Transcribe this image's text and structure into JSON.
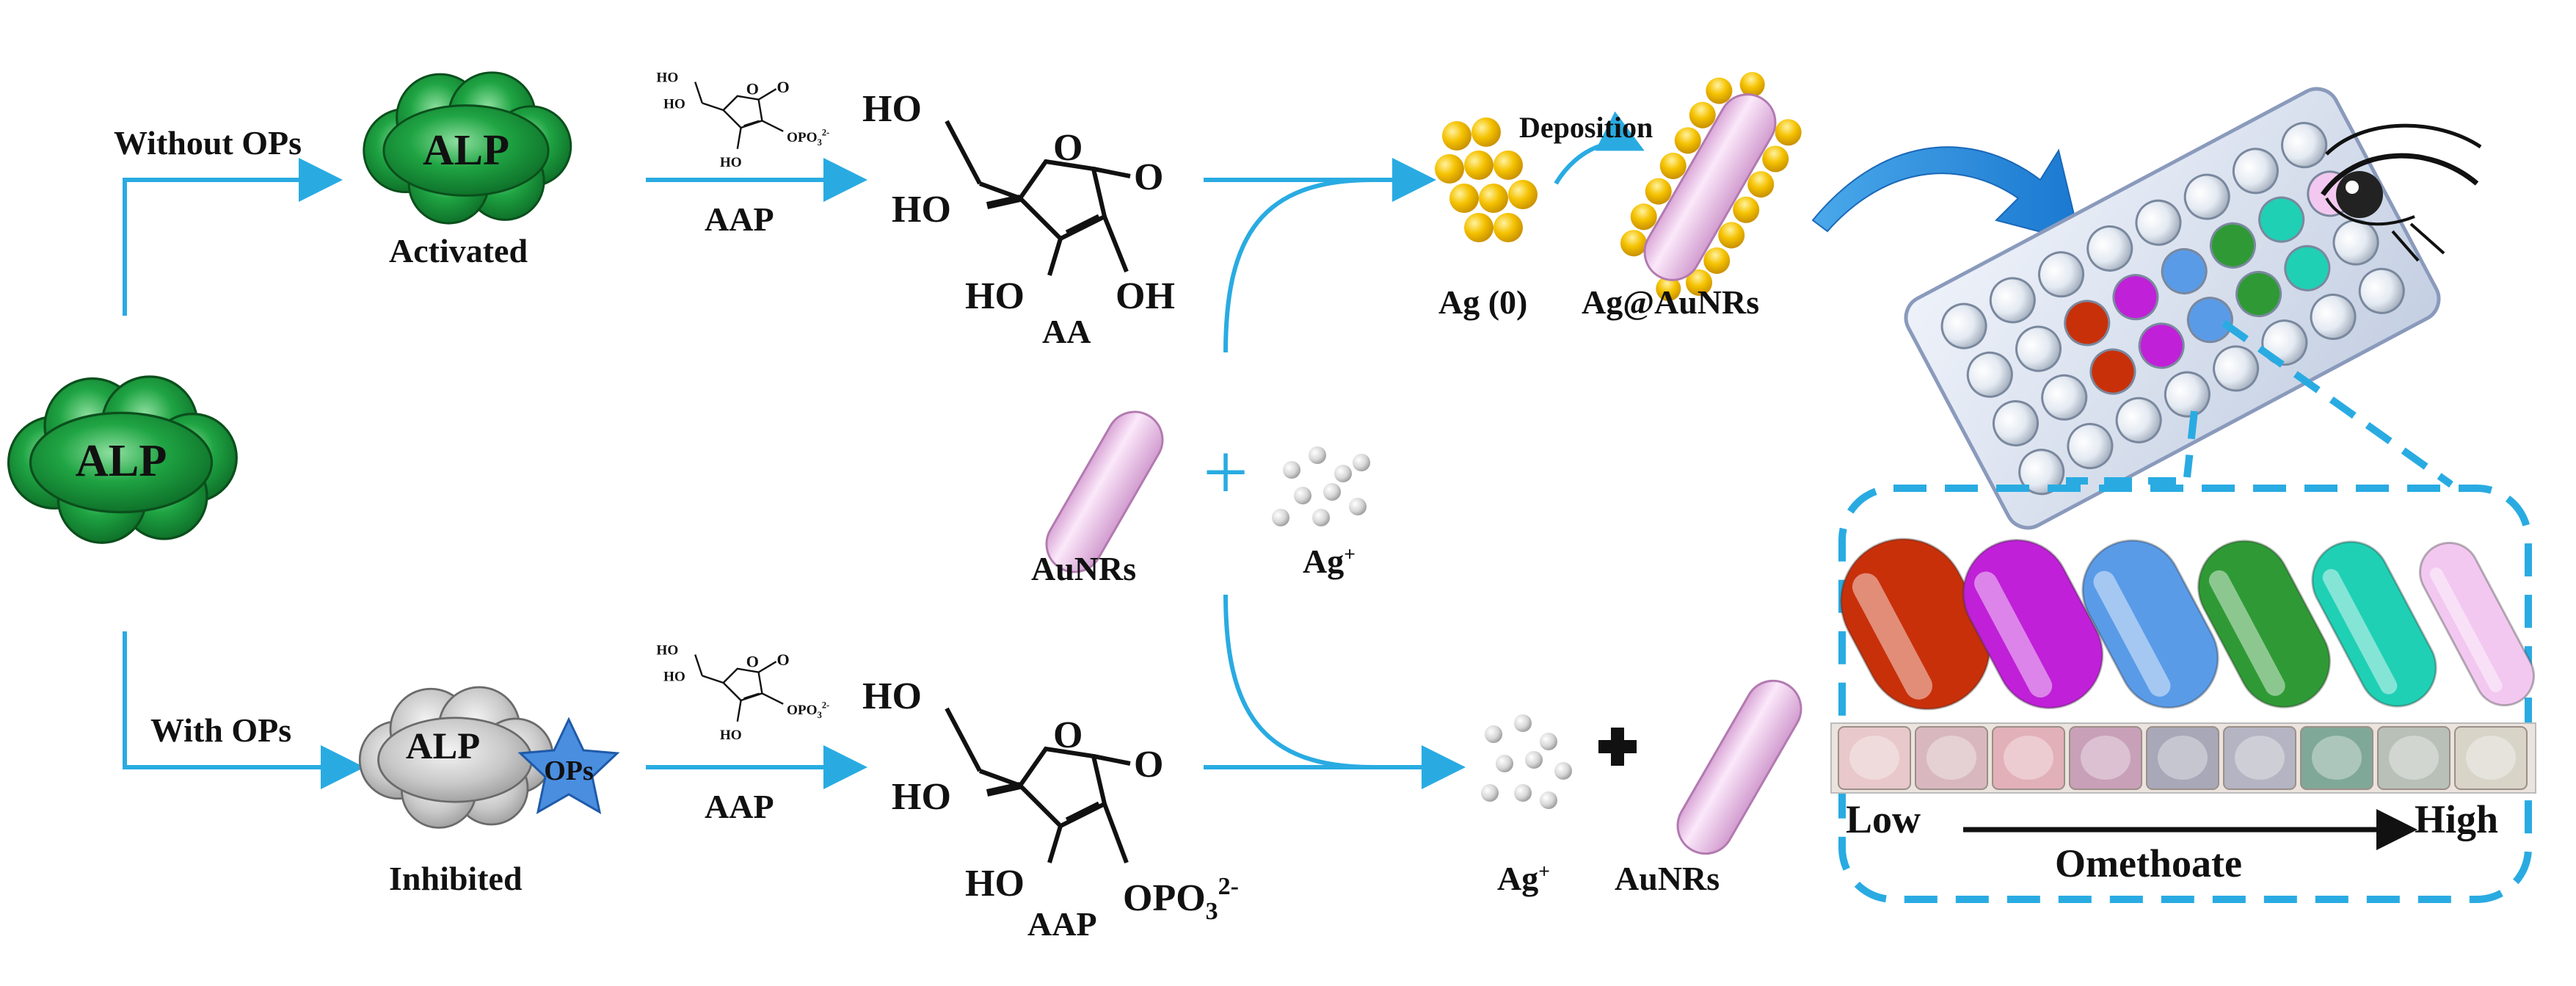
{
  "top_branch": {
    "condition": "Without OPs",
    "enzyme": "ALP",
    "state": "Activated",
    "substrate_label": "AAP",
    "product_label": "AA",
    "silver_label": "Ag (0)",
    "deposition_label": "Deposition",
    "composite_label": "Ag@AuNRs"
  },
  "start_enzyme": "ALP",
  "middle": {
    "nanorod_label": "AuNRs",
    "plus": "+",
    "ion_label": "Ag",
    "ion_charge": "+"
  },
  "bottom_branch": {
    "condition": "With OPs",
    "enzyme": "ALP",
    "inhibitor": "OPs",
    "state": "Inhibited",
    "substrate_label": "AAP",
    "product_label": "AAP",
    "ion_label": "Ag",
    "ion_charge": "+",
    "nanorod_label": "AuNRs"
  },
  "molecule_atoms": {
    "ho": "HO",
    "oh": "OH",
    "o": "O",
    "opo3": "OPO",
    "opo3_sub": "3",
    "opo3_sup": "2-"
  },
  "legend": {
    "low": "Low",
    "high": "High",
    "analyte": "Omethoate"
  },
  "colors": {
    "arrow": "#29abe2",
    "alp_green": "#1fa443",
    "inhibited_gray": "#c8c8c8",
    "ops_blue": "#3b7fd4",
    "gold_particle": "#f5c200",
    "rod_pink": "#f2c8f0",
    "rod_colors": [
      "#c8300a",
      "#c020d8",
      "#5a9be8",
      "#2f9a35",
      "#20d0b4",
      "#f2c8f0"
    ],
    "well_colors": [
      "#e8c8ca",
      "#d8b8be",
      "#e2b0b8",
      "#c8a0b8",
      "#a8a8b8",
      "#b4b4c2",
      "#80a898",
      "#b8c0b8",
      "#d8d4c8"
    ]
  }
}
